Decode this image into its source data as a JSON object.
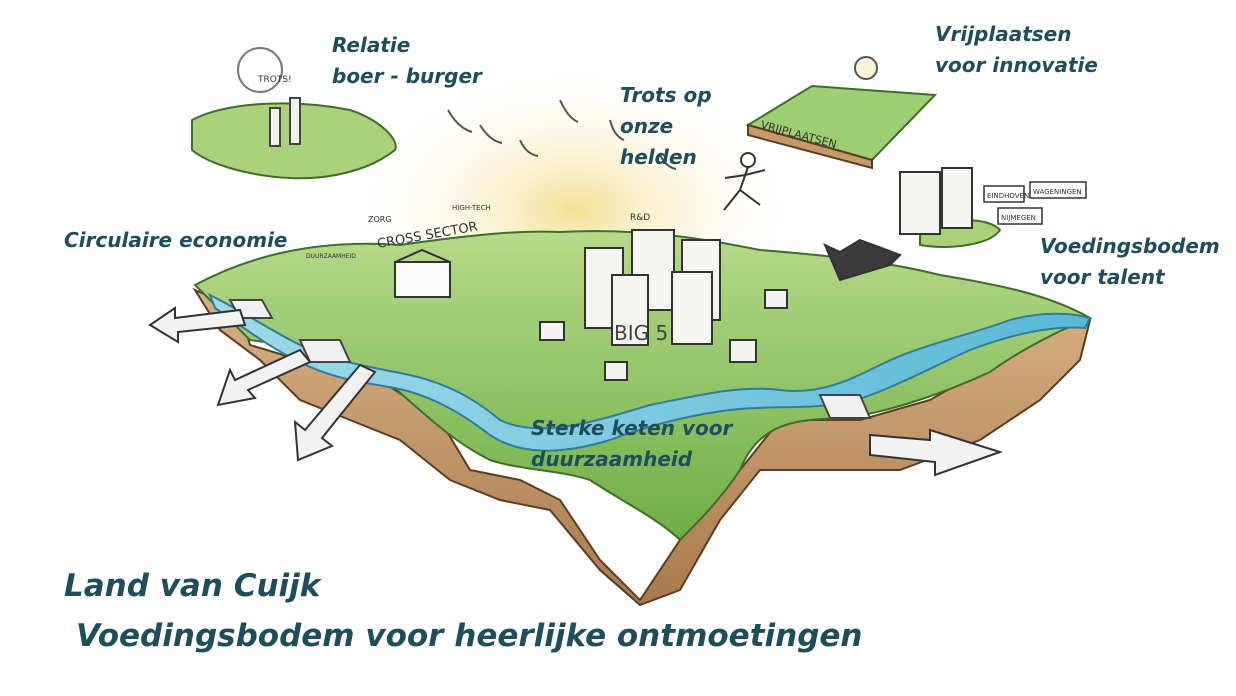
{
  "labels": {
    "relatie": "Relatie\nboer - burger",
    "trots": "Trots op\nonze\nhelden",
    "vrijplaatsen": "Vrijplaatsen\nvoor innovatie",
    "circulaire": "Circulaire economie",
    "voedingsbodem_talent": "Voedingsbodem\nvoor talent",
    "keten": "Sterke keten voor\nduurzaamheid"
  },
  "title": {
    "line1": "Land van Cuijk",
    "line2": "Voedingsbodem voor heerlijke ontmoetingen"
  },
  "sketch_text": {
    "trots_sign": "TROTS!",
    "cross_sector": "CROSS SECTOR",
    "zorg": "ZORG",
    "big5": "BIG 5",
    "rd": "R&D",
    "vrijplaatsen_sign": "VRIJPLAATSEN",
    "eindhoven": "EINDHOVEN",
    "wageningen": "WAGENINGEN",
    "nijmegen": "NIJMEGEN",
    "hightech": "HIGH-TECH",
    "duurzaamheid": "DUURZAAMHEID"
  },
  "colors": {
    "title": "#1d4e5c",
    "grass": "#8cc257",
    "river": "#6cc4de",
    "earth": "#c79a6b",
    "sun": "#f6e6a6"
  }
}
